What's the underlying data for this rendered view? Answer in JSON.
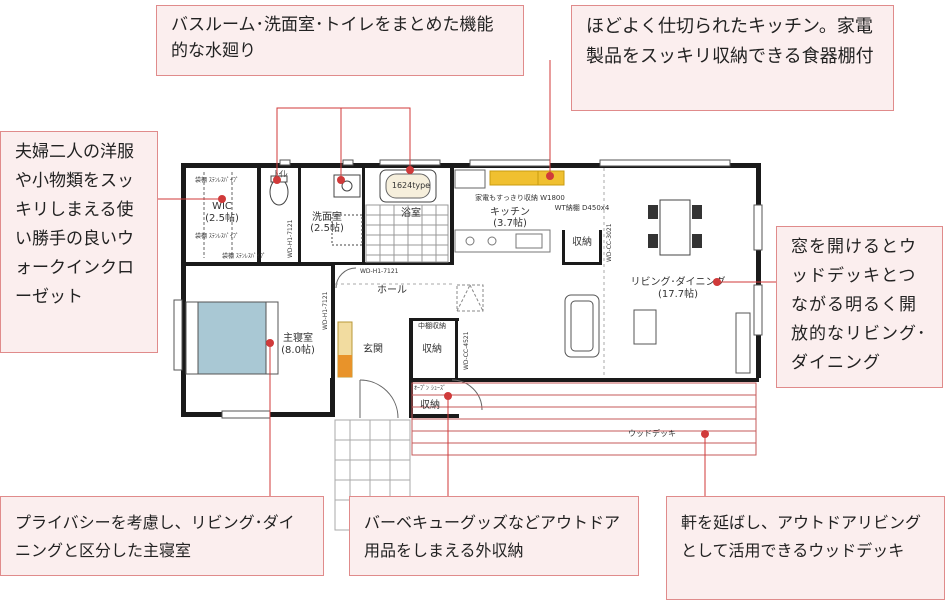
{
  "callouts": {
    "bath": "バスルーム･洗面室･トイレをまとめた機能的な水廻り",
    "kitchen": "ほどよく仕切られたキッチン。家電製品をスッキリ収納できる食器棚付",
    "wic": "夫婦二人の洋服や小物類をスッキリしまえる使い勝手の良いウォークインクローゼット",
    "living": "窓を開けるとウッドデッキとつながる明るく開放的なリビング･ダイニング",
    "bedroom": "プライバシーを考慮し、リビング･ダイニングと区分した主寝室",
    "storage": "バーベキューグッズなどアウトドア用品をしまえる外収納",
    "deck": "軒を延ばし、アウトドアリビングとして活用できるウッドデッキ"
  },
  "rooms": {
    "toilet": "トイレ",
    "wash": "洗面室",
    "wash_size": "(2.5帖)",
    "bath": "浴室",
    "bath_type": "1624type",
    "kitchen": "キッチン",
    "kitchen_size": "(3.7帖)",
    "kitchen_note": "家電もすっきり収納 W1800",
    "fridge": "WT納棚 D450x4",
    "storage_kitchen": "収納",
    "ld": "リビング･ダイニング",
    "ld_size": "(17.7帖)",
    "wic": "WIC",
    "wic_size": "(2.5帖)",
    "hall": "ホール",
    "bedroom": "主寝室",
    "bedroom_size": "(8.0帖)",
    "entrance": "玄関",
    "shoe_storage": "収納",
    "shoe_label": "中棚収納",
    "outside_storage": "収納",
    "outside_label": "ｵｰﾌﾟﾝ ｼｭｰｽﾞ",
    "deck": "ウッドデッキ"
  },
  "plan_codes": {
    "wd_hall": "WD-H1-7121",
    "wd_wash": "WD-H1-7121",
    "wd_bed": "WD-H1-7121",
    "wd_shoe": "WD-CC-4521",
    "wd_ld": "WD-CC-3021",
    "wic_pipe1": "袋棚 ｽﾃﾝﾚｽﾊﾟｲﾌﾟ",
    "wic_pipe2": "袋棚 ｽﾃﾝﾚｽﾊﾟｲﾌﾟ",
    "wic_pipe3": "袋棚 ｽﾃﾝﾚｽﾊﾟｲﾌﾟ",
    "toilet_code": "ﾄｲﾚ"
  },
  "colors": {
    "callout_bg": "#fbeeee",
    "callout_border": "#e08b8b",
    "leader": "#d03a3a",
    "wall": "#1a1a1a",
    "bed": "#a9c8d4",
    "kitchen_counter": "#f0c030",
    "deck_line": "#c65a5a"
  }
}
